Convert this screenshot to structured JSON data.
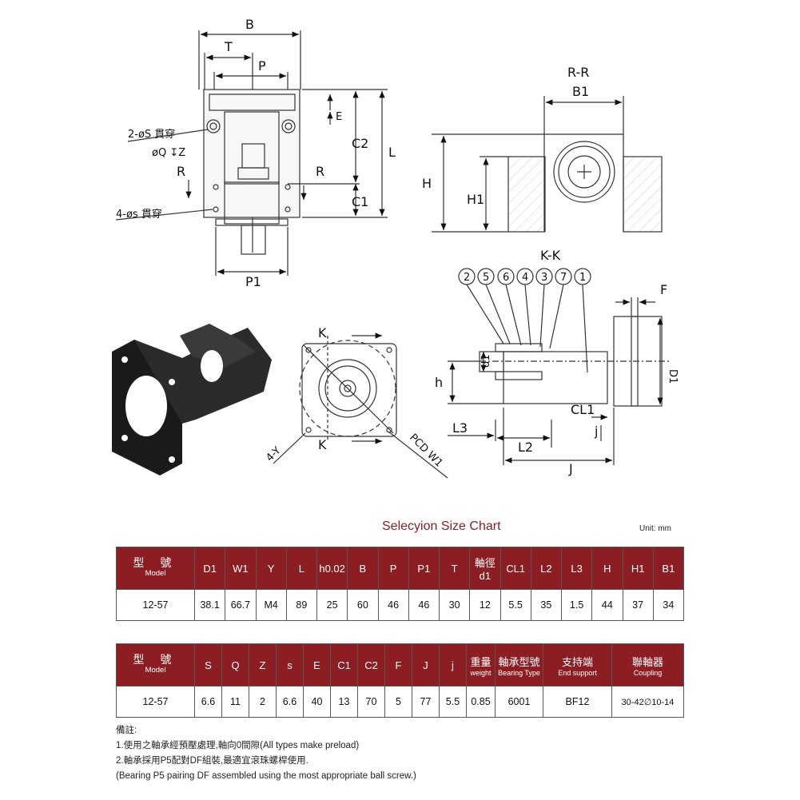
{
  "drawing": {
    "labels": {
      "B": "B",
      "T": "T",
      "P": "P",
      "E": "E",
      "C2": "C2",
      "C1": "C1",
      "L": "L",
      "R_left": "R",
      "R_right": "R",
      "P1": "P1",
      "hole_note_2": "2-øS  貫穿",
      "hole_note_q": "øQ  ↧Z",
      "hole_note_4": "4-øs  貫穿",
      "RR": "R-R",
      "B1": "B1",
      "H": "H",
      "H1": "H1",
      "KK": "K-K",
      "F": "F",
      "D1": "D1",
      "d1": "d1",
      "h": "h",
      "CL1": "CL1",
      "L3": "L3",
      "L2": "L2",
      "J": "J",
      "j": "j",
      "K_top": "K",
      "K_bottom": "K",
      "Y": "4-Y",
      "PCD": "PCD W1"
    },
    "balloons": [
      "2",
      "5",
      "6",
      "4",
      "3",
      "7",
      "1"
    ]
  },
  "chart_title": "Selecyion Size Chart",
  "unit": "Unit: mm",
  "table1": {
    "model_zh": "型 號",
    "model_en": "Model",
    "headers": [
      "D1",
      "W1",
      "Y",
      "L",
      "h0.02",
      "B",
      "P",
      "P1",
      "T",
      "軸徑d1",
      "CL1",
      "L2",
      "L3",
      "H",
      "H1",
      "B1"
    ],
    "row": [
      "12-57",
      "38.1",
      "66.7",
      "M4",
      "89",
      "25",
      "60",
      "46",
      "46",
      "30",
      "12",
      "5.5",
      "35",
      "1.5",
      "44",
      "37",
      "34"
    ]
  },
  "table2": {
    "model_zh": "型 號",
    "model_en": "Model",
    "headers": [
      "S",
      "Q",
      "Z",
      "s",
      "E",
      "C1",
      "C2",
      "F",
      "J",
      "j"
    ],
    "weight_zh": "重量",
    "weight_en": "weight",
    "bearing_zh": "軸承型號",
    "bearing_en": "Bearing Type",
    "support_zh": "支持端",
    "support_en": "End support",
    "coupling_zh": "聯軸器",
    "coupling_en": "Coupling",
    "row": [
      "12-57",
      "6.6",
      "11",
      "2",
      "6.6",
      "40",
      "13",
      "70",
      "5",
      "77",
      "5.5",
      "0.85",
      "6001",
      "BF12",
      "30-42∅10-14"
    ]
  },
  "notes": [
    "備註:",
    "1.使用之軸承經預壓處理,軸向0間隙(All types make preload)",
    "2.軸承採用P5配對DF組裝,最適宜滾珠螺桿使用.",
    "(Bearing P5 pairing DF assembled using the most appropriate ball screw.)"
  ]
}
